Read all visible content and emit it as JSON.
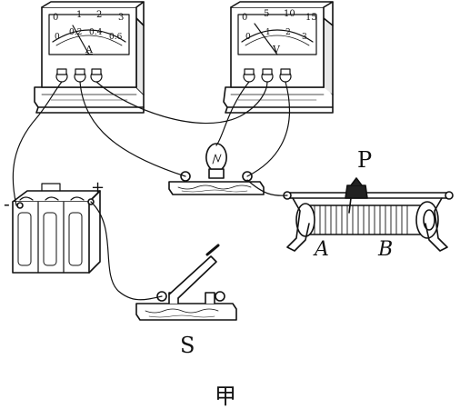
{
  "ammeter": {
    "scale_top": [
      "0",
      "1",
      "2",
      "3"
    ],
    "scale_bottom": [
      "0",
      "0.2",
      "0.4",
      "0.6"
    ],
    "unit": "A"
  },
  "voltmeter": {
    "scale_top": [
      "0",
      "5",
      "10",
      "15"
    ],
    "scale_bottom": [
      "0",
      "1",
      "2",
      "3"
    ],
    "unit": "V"
  },
  "rheostat": {
    "slider_label": "P",
    "end_a_label": "A",
    "end_b_label": "B"
  },
  "battery": {
    "negative_label": "-",
    "positive_label": "+"
  },
  "switch": {
    "label": "S"
  },
  "figure_caption": "甲",
  "colors": {
    "ink": "#111111",
    "background": "#ffffff"
  }
}
